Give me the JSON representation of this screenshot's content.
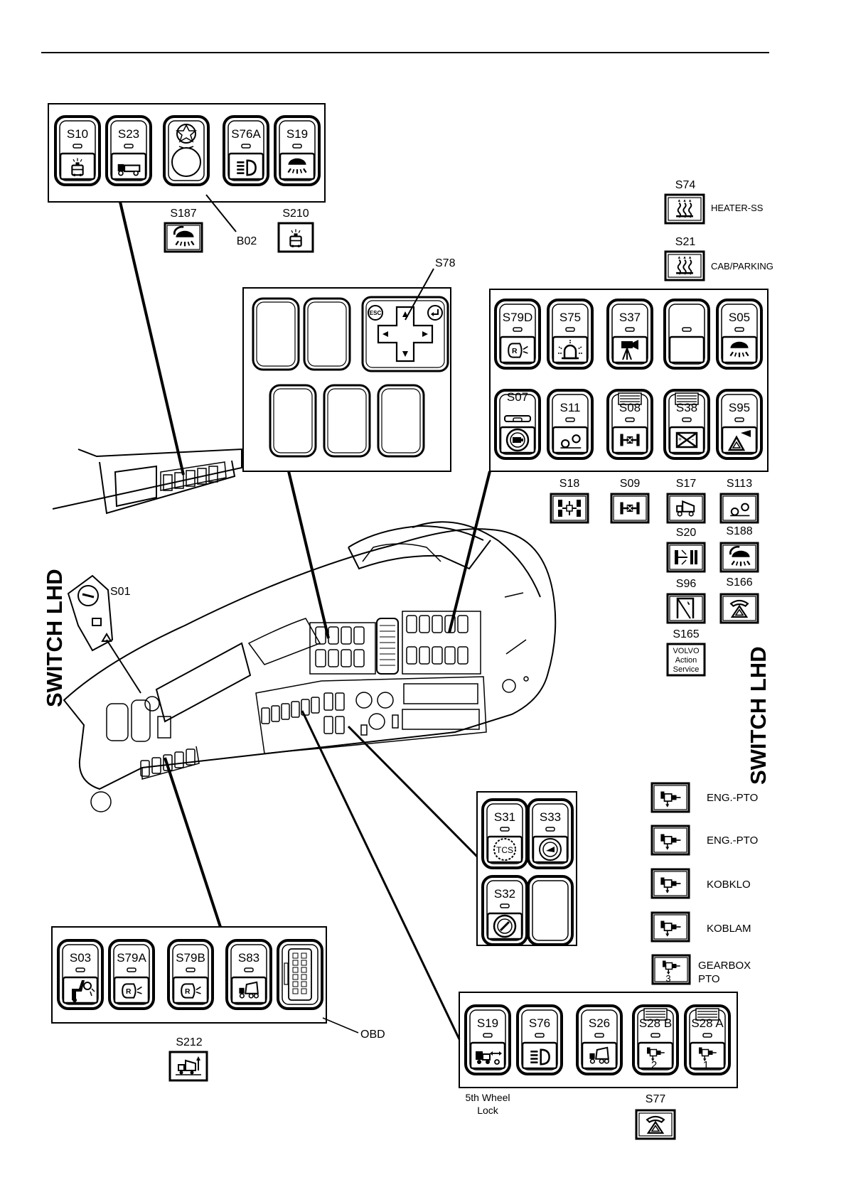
{
  "title_vertical_left": "SWITCH LHD",
  "title_vertical_right": "SWITCH LHD",
  "callouts": {
    "s78": "S78",
    "s01": "S01",
    "b02": "B02",
    "obd": "OBD"
  },
  "panel_top_left": {
    "switches": [
      {
        "code": "S10",
        "icon": "bus-beacon-icon"
      },
      {
        "code": "S23",
        "icon": "truck-trailer-icon"
      },
      {
        "code": "",
        "icon": "dimmer-knob-icon"
      },
      {
        "code": "S76A",
        "icon": "headlight-icon"
      },
      {
        "code": "S19",
        "icon": "interior-light-icon"
      }
    ],
    "extra": [
      {
        "code": "S187",
        "icon": "interior-light-half-icon"
      },
      {
        "code": "S210",
        "icon": "bus-beacon-icon"
      }
    ]
  },
  "heater_switches": [
    {
      "code": "S74",
      "label": "HEATER-SS",
      "icon": "heater-icon"
    },
    {
      "code": "S21",
      "label": "CAB/PARKING",
      "icon": "heater-icon"
    }
  ],
  "panel_right": {
    "row1": [
      {
        "code": "S79D",
        "icon": "mirror-heat-icon"
      },
      {
        "code": "S75",
        "icon": "beacon-icon"
      },
      {
        "code": "S37",
        "icon": "camera-icon"
      },
      {
        "code": "",
        "icon": "blank-icon"
      },
      {
        "code": "S05",
        "icon": "interior-light-icon"
      }
    ],
    "row2": [
      {
        "code": "S07",
        "icon": "engine-brake-icon"
      },
      {
        "code": "S11",
        "icon": "lift-axle-icon"
      },
      {
        "code": "S08",
        "icon": "diff-lock-icon"
      },
      {
        "code": "S38",
        "icon": "battery-disconnect-icon"
      },
      {
        "code": "S95",
        "icon": "warning-horn-icon"
      }
    ]
  },
  "loose_switches": [
    {
      "code": "S18",
      "icon": "axle-lock-icon"
    },
    {
      "code": "S09",
      "icon": "diff-lock-icon"
    },
    {
      "code": "S17",
      "icon": "tipper-icon"
    },
    {
      "code": "S113",
      "icon": "lift-axle-icon"
    },
    {
      "code": "S20",
      "icon": "axle-sensor-icon"
    },
    {
      "code": "S188",
      "icon": "interior-light-half-icon"
    },
    {
      "code": "S96",
      "icon": "door-icon"
    },
    {
      "code": "S166",
      "icon": "alarm-phone-icon"
    },
    {
      "code": "S165",
      "icon": "volvo-action-service-icon"
    }
  ],
  "volvo_service_text": [
    "VOLVO",
    "Action",
    "Service"
  ],
  "pto_items": [
    {
      "label": "ENG.-PTO",
      "icon": "pto-icon"
    },
    {
      "label": "ENG.-PTO",
      "icon": "pto-icon"
    },
    {
      "label": "KOBKLO",
      "icon": "pto-icon"
    },
    {
      "label": "KOBLAM",
      "icon": "pto-icon"
    },
    {
      "label": "GEARBOX",
      "label2": "PTO",
      "icon": "pto-3-icon"
    }
  ],
  "pto_badge": "3",
  "panel_middle": [
    {
      "code": "S31",
      "icon": "tcs-icon"
    },
    {
      "code": "S33",
      "icon": "hill-start-icon"
    },
    {
      "code": "S32",
      "icon": "traction-icon"
    },
    {
      "code": "",
      "icon": "blank-icon"
    }
  ],
  "panel_bottom_left": [
    {
      "code": "S03",
      "icon": "seat-light-icon"
    },
    {
      "code": "S79A",
      "icon": "mirror-heat-icon"
    },
    {
      "code": "S79B",
      "icon": "mirror-heat-icon"
    },
    {
      "code": "S83",
      "icon": "tipper-truck-icon"
    },
    {
      "code": "",
      "icon": "obd-connector-icon"
    }
  ],
  "s212": {
    "code": "S212",
    "icon": "tipper-icon"
  },
  "panel_bottom_right": [
    {
      "code": "S19",
      "icon": "fifth-wheel-icon"
    },
    {
      "code": "S76",
      "icon": "headlight-icon"
    },
    {
      "code": "S26",
      "icon": "tipper-truck-icon"
    },
    {
      "code": "S28 B",
      "icon": "pto-2-icon"
    },
    {
      "code": "S28 A",
      "icon": "pto-1-icon"
    }
  ],
  "pto_numbers": {
    "b": "2",
    "a": "1"
  },
  "fifth_wheel_note": [
    "5th Wheel",
    "Lock"
  ],
  "s77": {
    "code": "S77",
    "icon": "alarm-phone-icon"
  }
}
